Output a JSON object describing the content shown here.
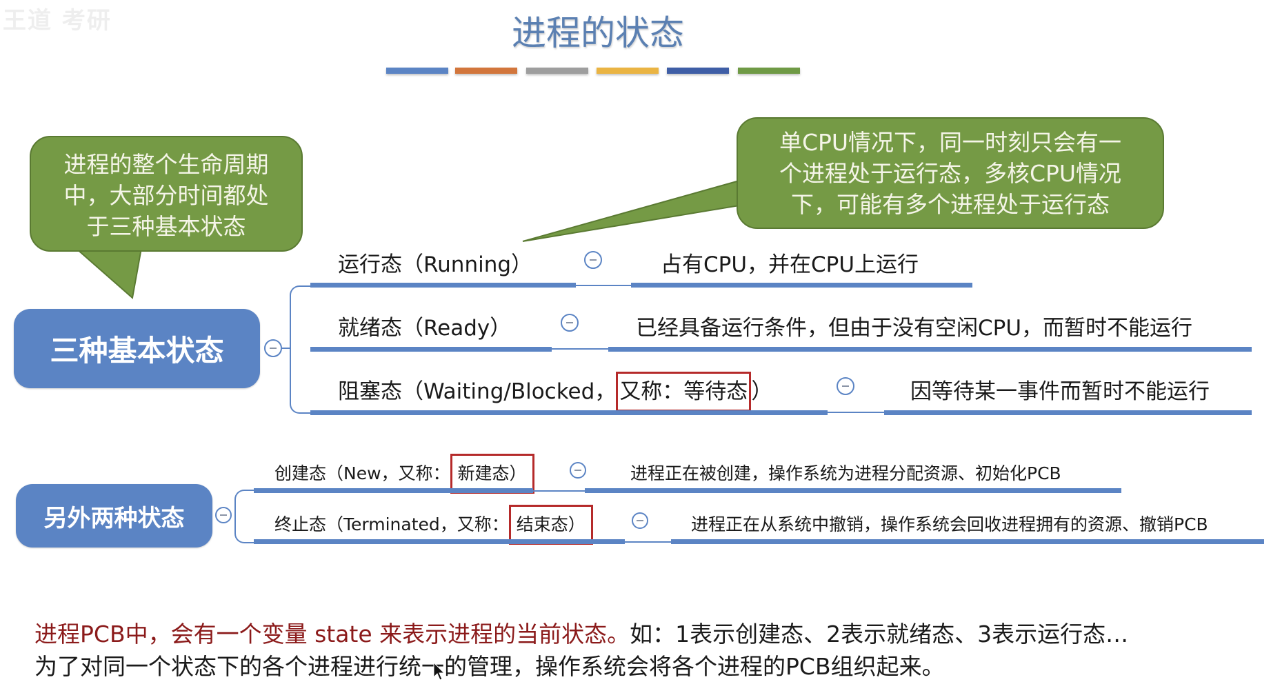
{
  "watermark": "王道 考研",
  "title": "进程的状态",
  "decor_bar_colors": [
    "#5b84c4",
    "#d2763c",
    "#9e9e9e",
    "#eab443",
    "#3f5ea6",
    "#6f9a45"
  ],
  "callouts": {
    "lifecycle": "进程的整个生命周期中，大部分时间都处于三种基本状态",
    "lifecycle_lines": [
      "进程的整个生命周期",
      "中，大部分时间都处",
      "于三种基本状态"
    ],
    "single_cpu_lines": [
      "单CPU情况下，同一时刻只会有一",
      "个进程处于运行态，多核CPU情况",
      "下，可能有多个进程处于运行态"
    ]
  },
  "basic_states": {
    "node_label": "三种基本状态",
    "items": [
      {
        "name": "运行态（Running）",
        "description": "占有CPU，并在CPU上运行"
      },
      {
        "name": "就绪态（Ready）",
        "description": "已经具备运行条件，但由于没有空闲CPU，而暂时不能运行"
      },
      {
        "name_prefix": "阻塞态（Waiting/Blocked，",
        "name_highlight": "又称：等待态",
        "name_suffix": "）",
        "description": "因等待某一事件而暂时不能运行"
      }
    ]
  },
  "other_states": {
    "node_label": "另外两种状态",
    "items": [
      {
        "name_prefix": "创建态（New，又称：",
        "name_highlight": "新建态）",
        "description": "进程正在被创建，操作系统为进程分配资源、初始化PCB"
      },
      {
        "name_prefix": "终止态（Terminated，又称：",
        "name_highlight": "结束态）",
        "description": "进程正在从系统中撤销，操作系统会回收进程拥有的资源、撤销PCB"
      }
    ]
  },
  "footer": {
    "line1_red": "进程PCB中，会有一个变量 state 来表示进程的当前状态。",
    "line1_black": "如：1表示创建态、2表示就绪态、3表示运行态…",
    "line2": "为了对同一个状态下的各个进程进行统一的管理，操作系统会将各个进程的PCB组织起来。"
  }
}
